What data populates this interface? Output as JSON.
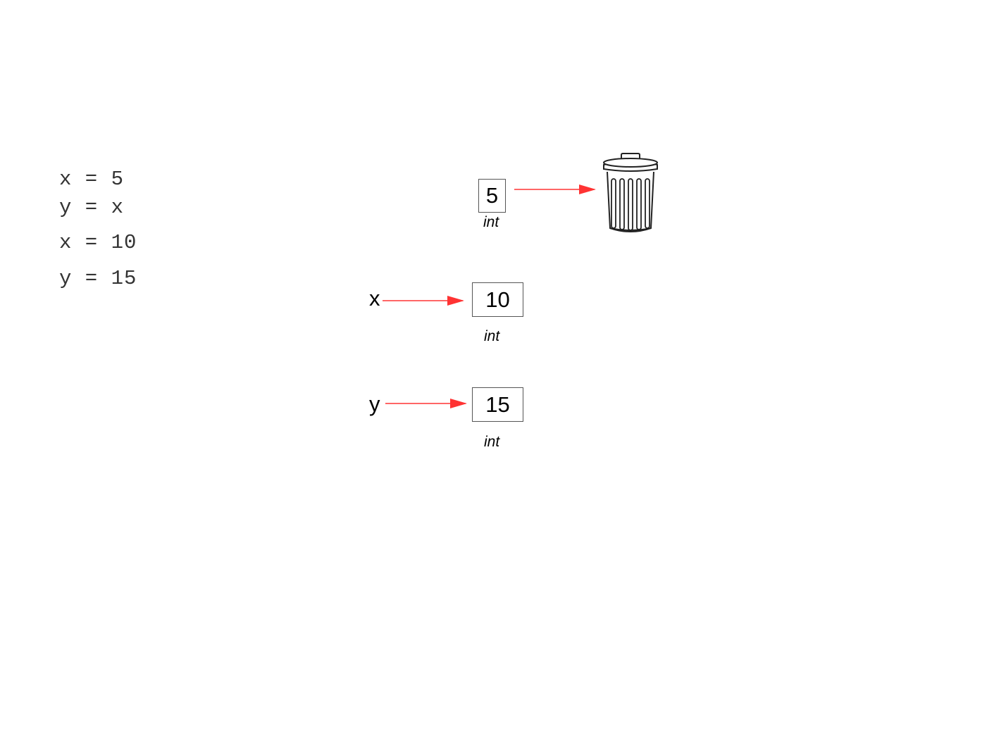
{
  "code": {
    "lines": [
      "x = 5",
      "y = x",
      "x = 10",
      "y = 15"
    ]
  },
  "objects": {
    "garbage": {
      "value": "5",
      "type": "int"
    },
    "x_obj": {
      "value": "10",
      "type": "int"
    },
    "y_obj": {
      "value": "15",
      "type": "int"
    }
  },
  "variables": {
    "x": "x",
    "y": "y"
  },
  "icons": {
    "trash": "trash-can-icon"
  },
  "colors": {
    "arrow": "#ff3333",
    "code_text": "#333333"
  }
}
